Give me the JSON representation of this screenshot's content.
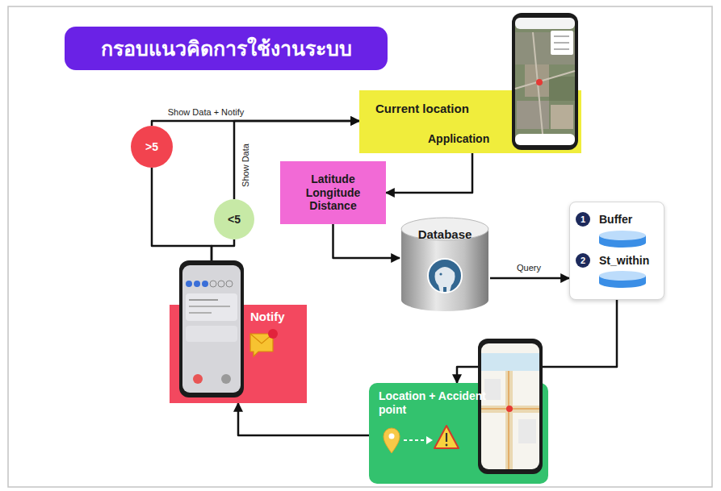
{
  "diagram": {
    "title": "กรอบแนวคิดการใช้งานระบบ",
    "nodes": [
      {
        "text": [
          "Current location",
          "Application"
        ]
      },
      {
        "text": [
          ">5"
        ]
      },
      {
        "text": [
          "<5"
        ]
      },
      {
        "text": [
          "Latitude Longitude Distance"
        ]
      },
      {
        "text": [
          "Database"
        ]
      },
      {
        "text": [
          "Buffer",
          "St_within"
        ]
      },
      {
        "text": [
          "Notify"
        ]
      },
      {
        "text": [
          "Location + Accident point"
        ]
      }
    ],
    "edges": [
      {
        "from": 0,
        "to": 3,
        "arrow": "to"
      },
      {
        "from": 3,
        "to": 4,
        "arrow": "to"
      },
      {
        "from": 4,
        "to": 5,
        "label": "Query",
        "arrow": "to"
      },
      {
        "from": 5,
        "to": 7,
        "arrow": "to"
      },
      {
        "from": 7,
        "to": 6,
        "arrow": "to"
      },
      {
        "from": 6,
        "to": 1,
        "arrow": "none"
      },
      {
        "from": 6,
        "to": 2,
        "arrow": "none"
      },
      {
        "from": 1,
        "to": 0,
        "label": "Show Data + Notify",
        "arrow": "to"
      },
      {
        "from": 2,
        "to": 0,
        "label": "Show Data",
        "arrow": "to"
      }
    ],
    "labels": [
      "1",
      "2"
    ]
  }
}
